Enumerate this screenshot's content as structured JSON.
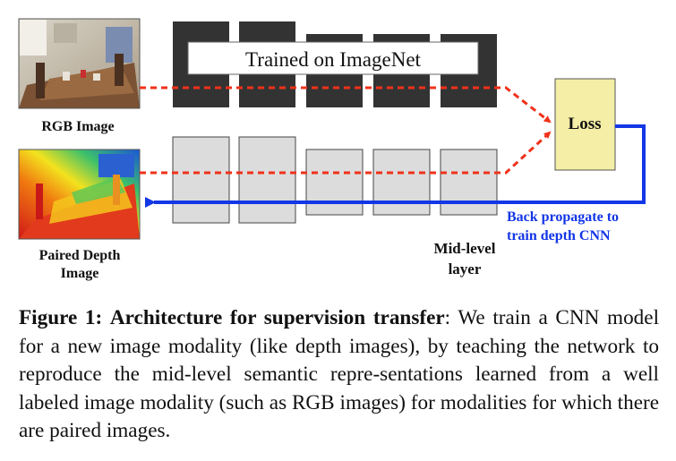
{
  "labels": {
    "trained": "Trained on ImageNet",
    "rgb": "RGB Image",
    "depth_line1": "Paired Depth",
    "depth_line2": "Image",
    "loss": "Loss",
    "backprop_line1": "Back propagate to",
    "backprop_line2": "train depth CNN",
    "midlevel_line1": "Mid-level",
    "midlevel_line2": "layer"
  },
  "caption": {
    "prefix": "Figure 1:",
    "title": "Architecture for supervision transfer",
    "body": ":  We train a CNN model for a new image modality (like depth images), by teaching the network to reproduce the mid-level semantic repre-sentations learned from a well labeled image modality (such as RGB images) for modalities for which there are paired images."
  },
  "colors": {
    "dark_block": "#333333",
    "light_block": "#dcdcdc",
    "loss_fill": "#f4eea6",
    "dashed_arrow": "#f0311a",
    "backprop": "#1336e6"
  }
}
